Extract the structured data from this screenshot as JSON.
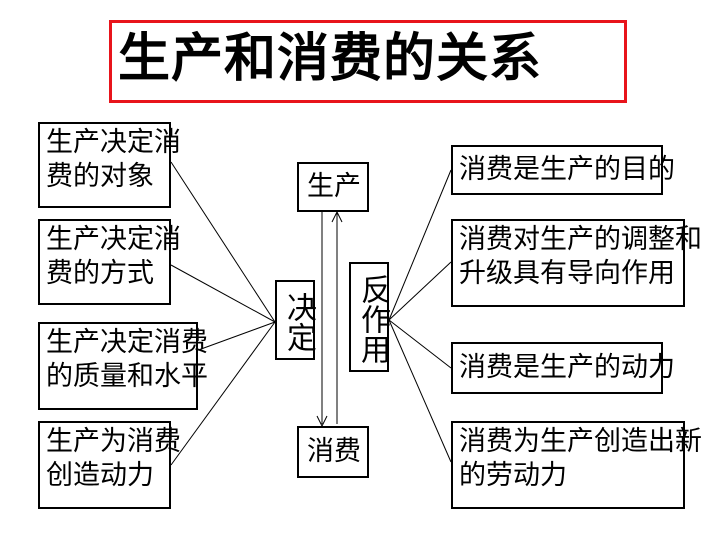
{
  "title": "生产和消费的关系",
  "center": {
    "production": "生产",
    "consumption": "消费",
    "decides": "决定",
    "reacts": "反作用"
  },
  "left_items": [
    {
      "line1": "生产决定消",
      "line2": "费的对象"
    },
    {
      "line1": "生产决定消",
      "line2": "费的方式"
    },
    {
      "line1": "生产决定消费",
      "line2": "的质量和水平"
    },
    {
      "line1": "生产为消费",
      "line2": "创造动力"
    }
  ],
  "right_items": [
    {
      "line1": "消费是生产的目的",
      "line2": ""
    },
    {
      "line1": "消费对生产的调整和",
      "line2": "升级具有导向作用"
    },
    {
      "line1": "消费是生产的动力",
      "line2": ""
    },
    {
      "line1": "消费为生产创造出新",
      "line2": "的劳动力"
    }
  ],
  "colors": {
    "title_border": "#e8141b",
    "line": "#000000"
  }
}
